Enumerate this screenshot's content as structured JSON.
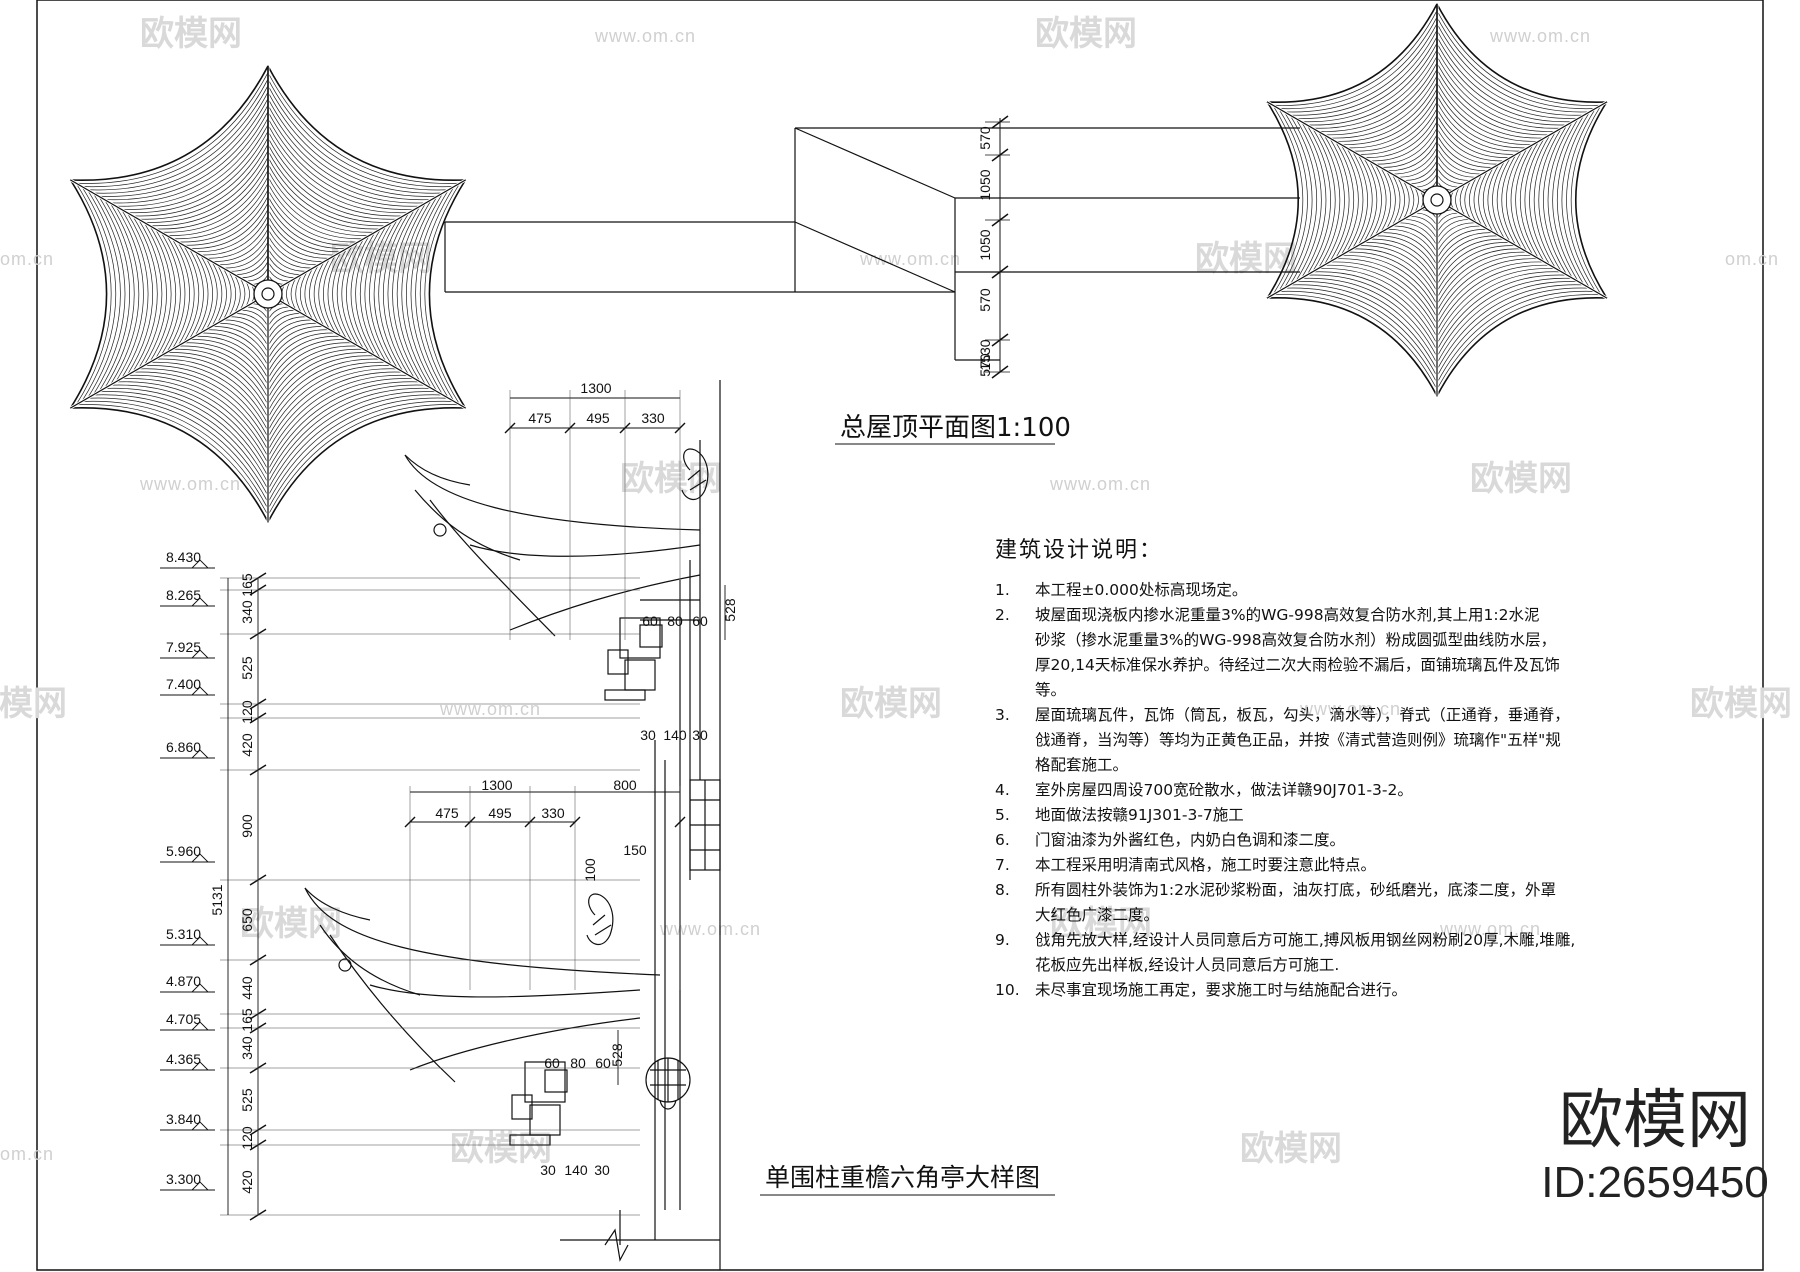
{
  "plan_title": "总屋顶平面图1:100",
  "detail_title": "单围柱重檐六角亭大样图",
  "plan_dims": [
    "570",
    "1050",
    "1050",
    "570",
    "1530",
    "570"
  ],
  "upper_dims": {
    "top": "1300",
    "a": "475",
    "b": "495",
    "c": "330",
    "d": "528",
    "e": "60",
    "f": "80",
    "g": "60",
    "h": "30",
    "i": "140",
    "j": "30"
  },
  "mid_dims": {
    "top": "1300",
    "right": "800",
    "a": "475",
    "b": "495",
    "c": "330",
    "d": "150",
    "e": "100"
  },
  "lower_dims": {
    "d": "528",
    "e": "60",
    "f": "80",
    "g": "60",
    "h": "30",
    "i": "140",
    "j": "30"
  },
  "elevations": [
    "8.430",
    "8.265",
    "7.925",
    "7.400",
    "6.860",
    "5.960",
    "5.310",
    "4.870",
    "4.705",
    "4.365",
    "3.840",
    "3.300"
  ],
  "vert_dims": [
    "165",
    "340",
    "525",
    "120",
    "420",
    "900",
    "650",
    "440",
    "165",
    "340",
    "525",
    "120",
    "420"
  ],
  "total_height": "5131",
  "notes": {
    "title": "建筑设计说明：",
    "items": [
      {
        "n": "1.",
        "t": "本工程±0.000处标高现场定。"
      },
      {
        "n": "2.",
        "t": "坡屋面现浇板内掺水泥重量3%的WG-998高效复合防水剂,其上用1:2水泥\n砂浆（掺水泥重量3%的WG-998高效复合防水剂）粉成圆弧型曲线防水层，\n厚20,14天标准保水养护。待经过二次大雨检验不漏后，面铺琉璃瓦件及瓦饰\n等。"
      },
      {
        "n": "3.",
        "t": "屋面琉璃瓦件，瓦饰（筒瓦，板瓦，勾头，滴水等），脊式（正通脊，垂通脊，\n戗通脊，当沟等）等均为正黄色正品，并按《清式营造则例》琉璃作\"五样\"规\n格配套施工。"
      },
      {
        "n": "4.",
        "t": "室外房屋四周设700宽砼散水，做法详赣90J701-3-2。"
      },
      {
        "n": "5.",
        "t": "地面做法按赣91J301-3-7施工"
      },
      {
        "n": "6.",
        "t": "门窗油漆为外酱红色，内奶白色调和漆二度。"
      },
      {
        "n": "7.",
        "t": "本工程采用明清南式风格，施工时要注意此特点。"
      },
      {
        "n": "8.",
        "t": "所有圆柱外装饰为1:2水泥砂浆粉面，油灰打底，砂纸磨光，底漆二度，外罩\n大红色广漆二度。"
      },
      {
        "n": "9.",
        "t": "戗角先放大样,经设计人员同意后方可施工,搏风板用钢丝网粉刷20厚,木雕,堆雕,\n花板应先出样板,经设计人员同意后方可施工."
      },
      {
        "n": "10.",
        "t": "未尽事宜现场施工再定，要求施工时与结施配合进行。"
      }
    ]
  },
  "watermark": {
    "name": "欧模网",
    "url": "www.om.cn",
    "url_short": "om.cn"
  },
  "brand": {
    "name": "欧模网",
    "id": "ID:2659450"
  }
}
